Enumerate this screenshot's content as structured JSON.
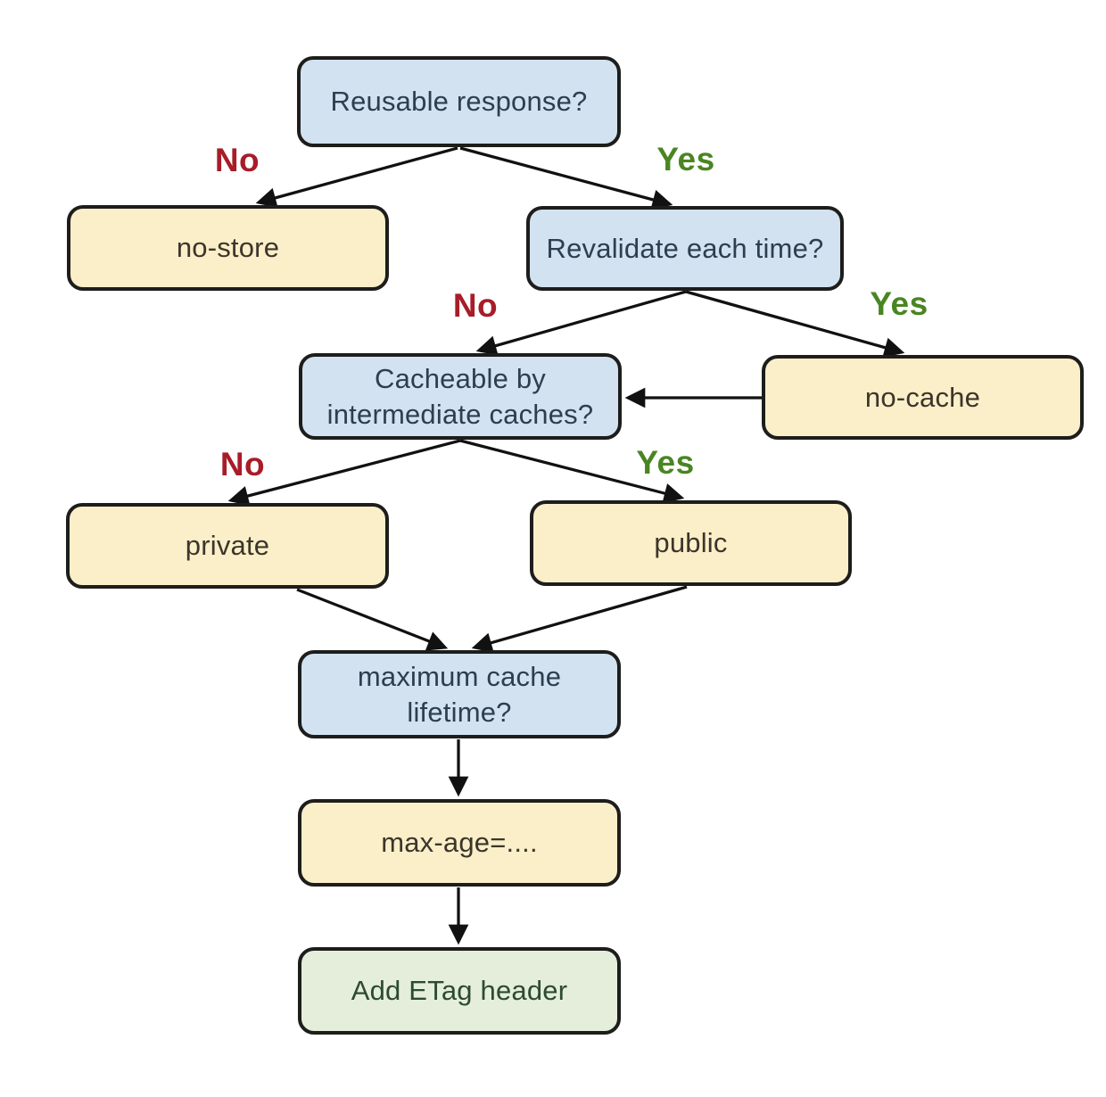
{
  "diagram": {
    "nodes": [
      {
        "id": "reusable",
        "label": "Reusable response?",
        "kind": "question"
      },
      {
        "id": "no_store",
        "label": "no-store",
        "kind": "directive"
      },
      {
        "id": "revalidate",
        "label": "Revalidate each time?",
        "kind": "question"
      },
      {
        "id": "cacheable",
        "label": "Cacheable by\nintermediate caches?",
        "kind": "question"
      },
      {
        "id": "no_cache",
        "label": "no-cache",
        "kind": "directive"
      },
      {
        "id": "private",
        "label": "private",
        "kind": "directive"
      },
      {
        "id": "public",
        "label": "public",
        "kind": "directive"
      },
      {
        "id": "max_lifetime",
        "label": "maximum cache\nlifetime?",
        "kind": "question"
      },
      {
        "id": "max_age",
        "label": "max-age=....",
        "kind": "directive"
      },
      {
        "id": "etag",
        "label": "Add ETag header",
        "kind": "action"
      }
    ],
    "branch_labels": [
      {
        "id": "no-1",
        "text": "No",
        "answer": "no"
      },
      {
        "id": "yes-1",
        "text": "Yes",
        "answer": "yes"
      },
      {
        "id": "no-2",
        "text": "No",
        "answer": "no"
      },
      {
        "id": "yes-2",
        "text": "Yes",
        "answer": "yes"
      },
      {
        "id": "no-3",
        "text": "No",
        "answer": "no"
      },
      {
        "id": "yes-3",
        "text": "Yes",
        "answer": "yes"
      }
    ],
    "colors": {
      "question_fill": "#d2e2f0",
      "question_text": "#2c3e50",
      "directive_fill": "#fbefc9",
      "directive_text": "#3c352a",
      "action_fill": "#e5eedb",
      "action_text": "#2d4b2e",
      "border": "#1d1d1b",
      "edge": "#111111",
      "no_label": "#a81c28",
      "yes_label": "#4a8522"
    }
  }
}
